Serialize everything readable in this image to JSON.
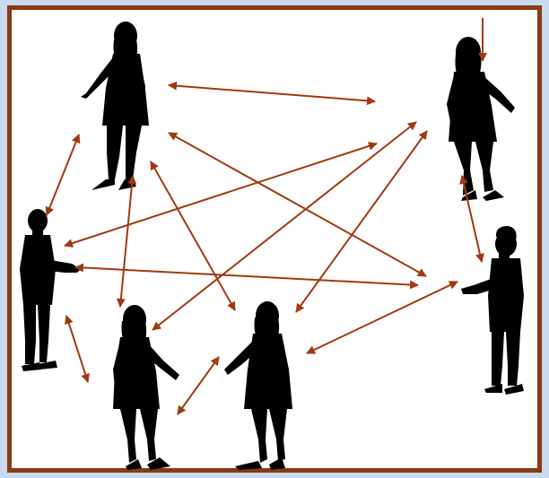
{
  "diagram": {
    "colors": {
      "background": "#c9d9ee",
      "frame_border": "#8b3a12",
      "frame_fill": "#ffffff",
      "arrow": "#a13a10",
      "silhouette": "#000000"
    },
    "people": [
      {
        "id": "woman-top-left",
        "kind": "woman"
      },
      {
        "id": "woman-top-right",
        "kind": "woman"
      },
      {
        "id": "man-left",
        "kind": "man"
      },
      {
        "id": "man-right",
        "kind": "man"
      },
      {
        "id": "woman-bottom-center-left",
        "kind": "woman"
      },
      {
        "id": "woman-bottom-center-right",
        "kind": "woman"
      }
    ],
    "connections": [
      {
        "from": "woman-top-left",
        "to": "woman-top-right",
        "bidirectional": true
      },
      {
        "from": "woman-top-left",
        "to": "man-left",
        "bidirectional": true
      },
      {
        "from": "woman-top-left",
        "to": "man-right",
        "bidirectional": true
      },
      {
        "from": "woman-top-left",
        "to": "woman-bottom-center-left",
        "bidirectional": true
      },
      {
        "from": "woman-top-left",
        "to": "woman-bottom-center-right",
        "bidirectional": true
      },
      {
        "from": "woman-top-right",
        "to": "man-left",
        "bidirectional": true
      },
      {
        "from": "woman-top-right",
        "to": "woman-bottom-center-left",
        "bidirectional": true
      },
      {
        "from": "woman-top-right",
        "to": "woman-bottom-center-right",
        "bidirectional": true
      },
      {
        "from": "woman-top-right",
        "to": "man-right",
        "bidirectional": true
      },
      {
        "from": "man-left",
        "to": "man-right",
        "bidirectional": true
      },
      {
        "from": "man-left",
        "to": "woman-bottom-center-left",
        "bidirectional": true
      },
      {
        "from": "woman-bottom-center-left",
        "to": "woman-bottom-center-right",
        "bidirectional": true
      },
      {
        "from": "woman-bottom-center-right",
        "to": "man-right",
        "bidirectional": true
      },
      {
        "from": "outside",
        "to": "woman-top-right",
        "bidirectional": false
      }
    ]
  }
}
